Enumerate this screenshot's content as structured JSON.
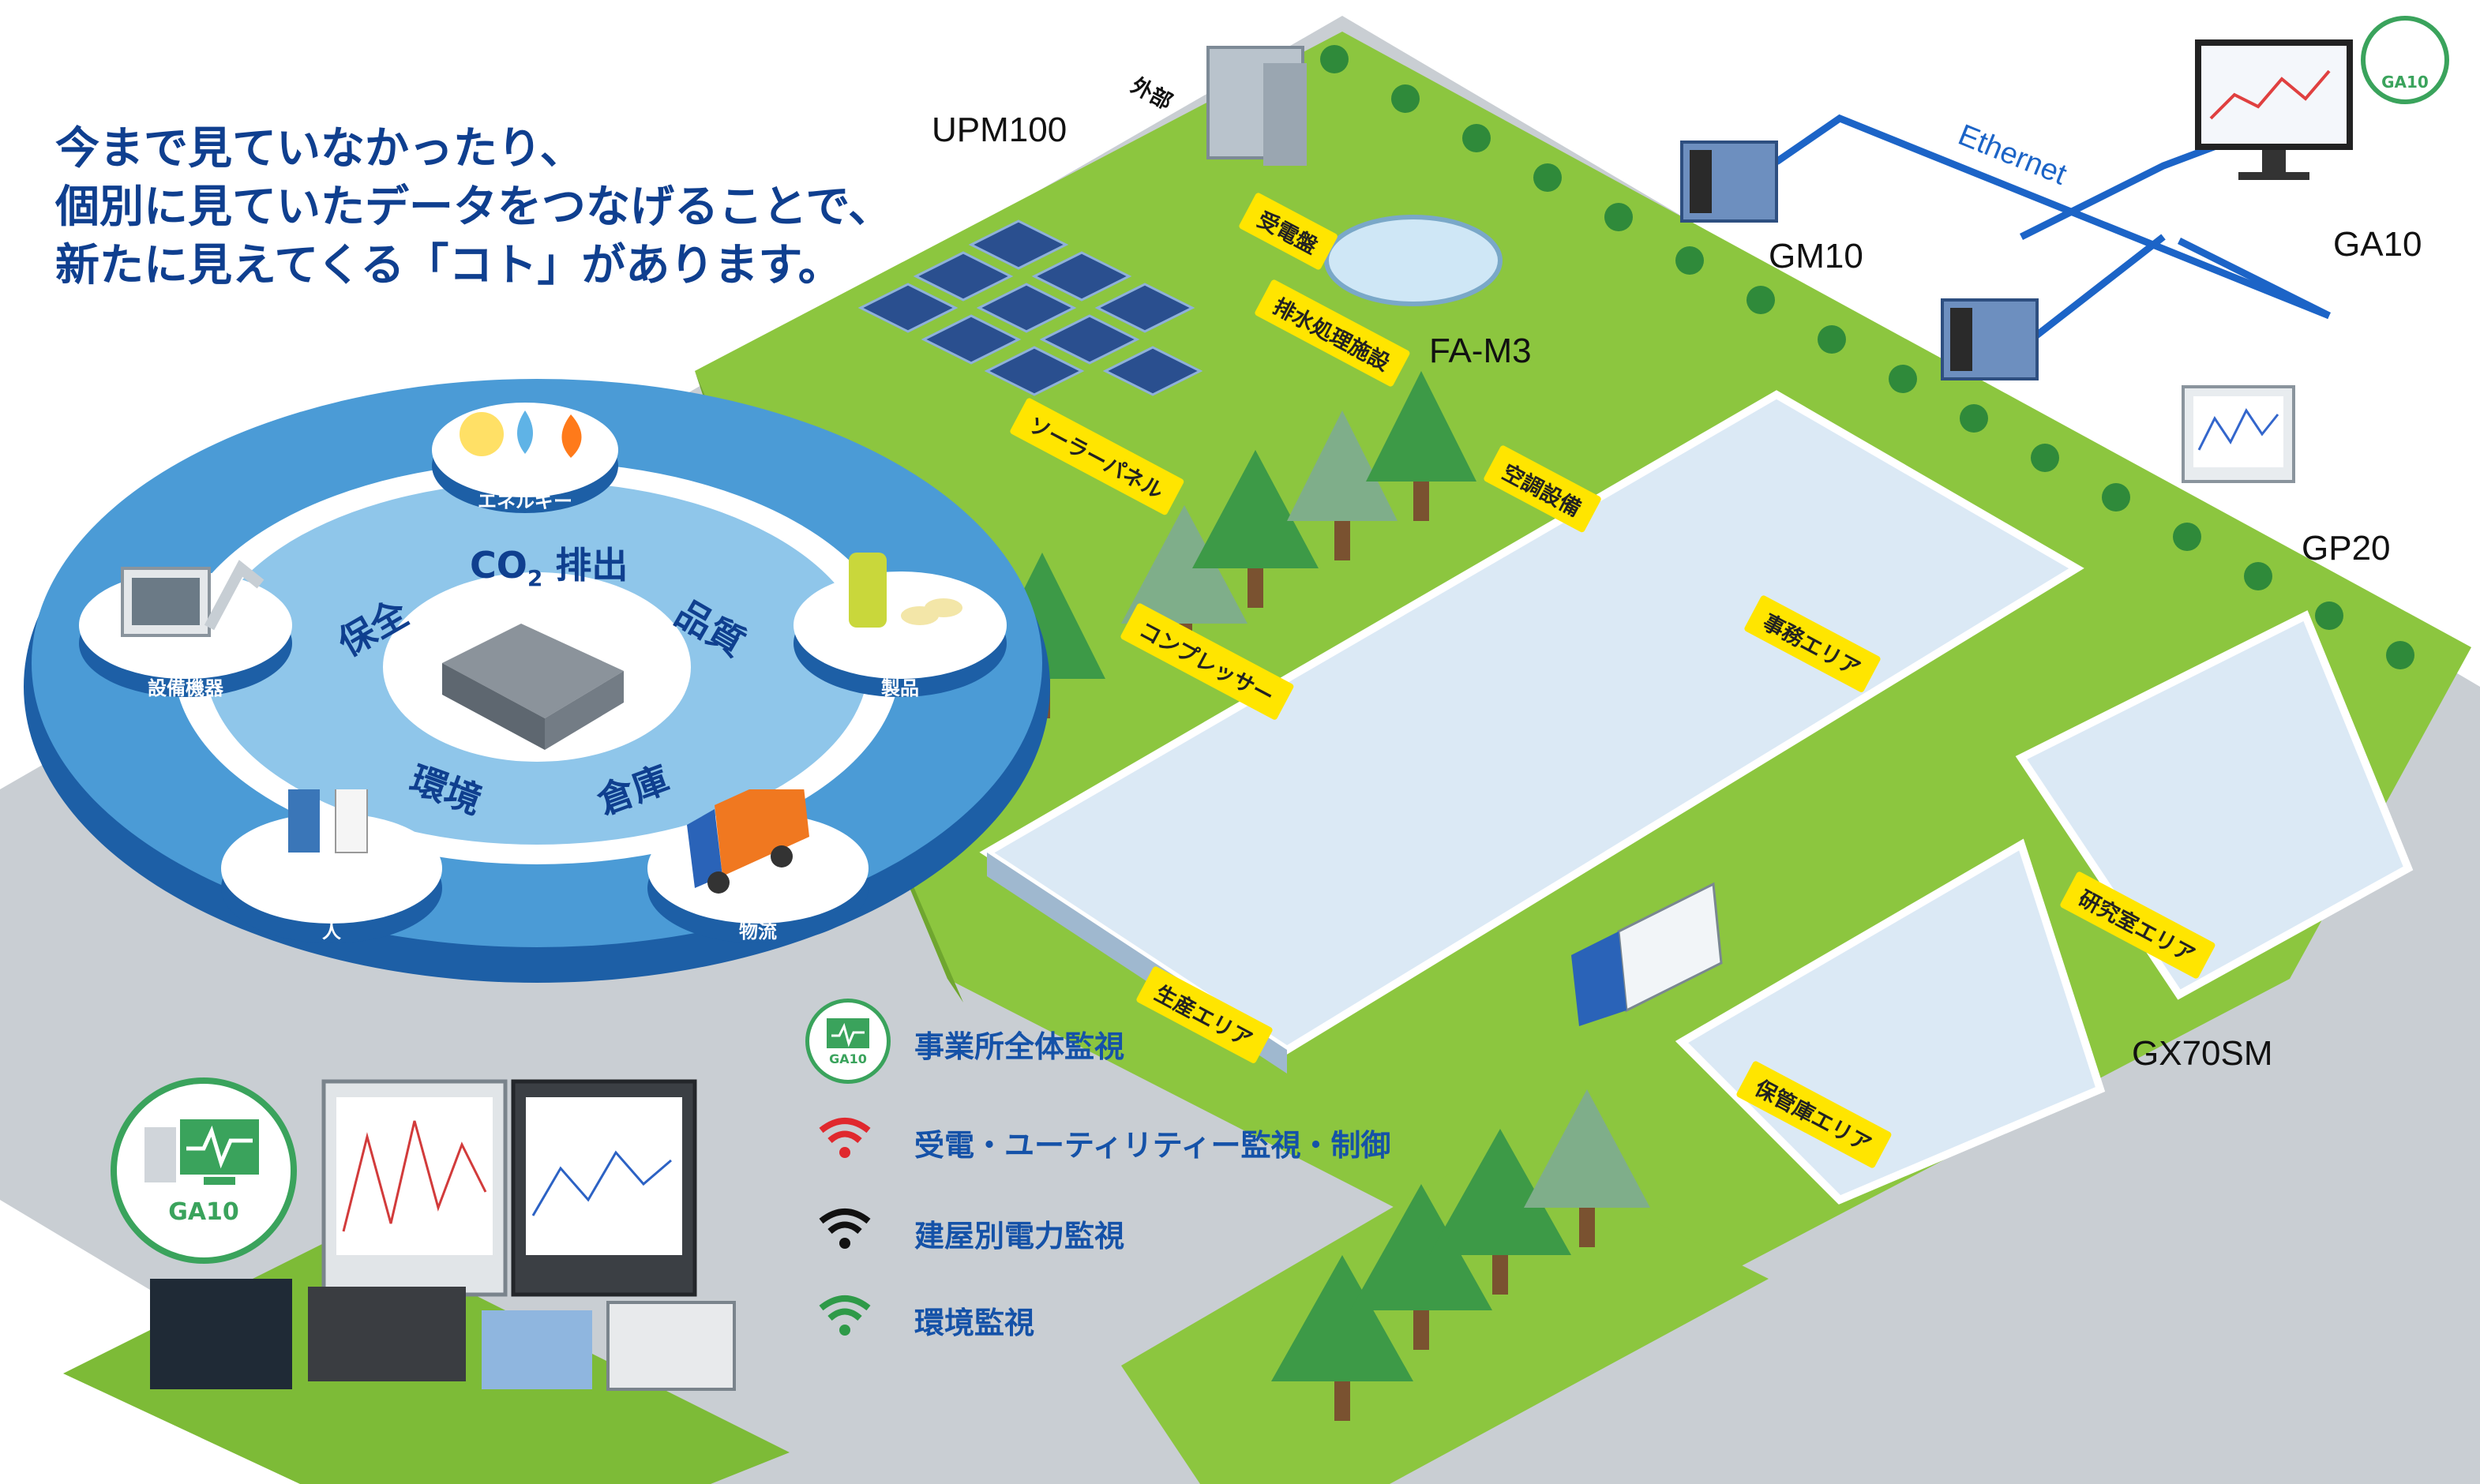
{
  "headline": {
    "line1": "今まで見ていなかったり、",
    "line2": "個別に見ていたデータをつなげることで、",
    "line3": "新たに見えてくる「コト」があります。"
  },
  "circle": {
    "center_words": {
      "co2": "CO",
      "co2_sub": "2",
      "co2_rest": " 排出",
      "maintenance": "保全",
      "quality": "品質",
      "environment": "環境",
      "warehouse": "倉庫"
    },
    "discs": {
      "energy": "エネルギー",
      "equipment": "設備機器",
      "product": "製品",
      "people": "人",
      "logistics": "物流"
    }
  },
  "products": {
    "upm100": "UPM100",
    "gm10": "GM10",
    "ga10": "GA10",
    "fam3": "FA-M3",
    "gp20": "GP20",
    "gx70sm": "GX70SM",
    "ethernet": "Ethernet",
    "ga10_badge": "GA10"
  },
  "area_tags": {
    "outside": "外部",
    "power_receiving": "受電盤",
    "wastewater": "排水処理施設",
    "solar": "ソーラーパネル",
    "aircon": "空調設備",
    "compressor": "コンプレッサー",
    "office": "事務エリア",
    "production": "生産エリア",
    "research": "研究室エリア",
    "storage": "保管庫エリア"
  },
  "legend": {
    "items": [
      {
        "icon": "ga10-monitor-icon",
        "label": "事業所全体監視",
        "color": "#3aa35c"
      },
      {
        "icon": "wifi-red-icon",
        "label": "受電・ユーティリティー監視・制御",
        "color": "#e0282e"
      },
      {
        "icon": "wifi-black-icon",
        "label": "建屋別電力監視",
        "color": "#111111"
      },
      {
        "icon": "wifi-green-icon",
        "label": "環境監視",
        "color": "#2e9a48"
      }
    ]
  },
  "colors": {
    "headline": "#0f3f8f",
    "grass": "#8cc63f",
    "road": "#c8cdd2",
    "building_floor": "#dbe9f5",
    "tag_yellow": "#ffe500",
    "ethernet": "#1c64c7",
    "circle_blue": "#2f7fc4"
  }
}
